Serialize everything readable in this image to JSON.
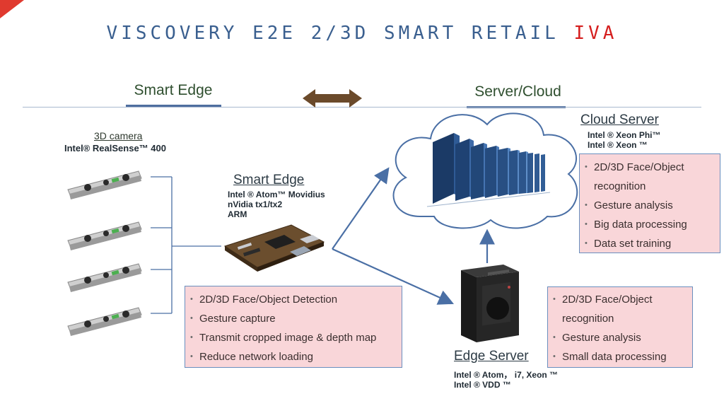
{
  "slide": {
    "title_main": "VISCOVERY E2E 2/3D SMART RETAIL",
    "title_highlight": "IVA"
  },
  "sections": {
    "left": "Smart Edge",
    "right": "Server/Cloud"
  },
  "camera": {
    "label": "3D camera",
    "model": "Intel® RealSense™ 400"
  },
  "smart_edge": {
    "heading": "Smart Edge",
    "specs": [
      "Intel ® Atom™  Movidius",
      "nVidia tx1/tx2",
      "ARM"
    ],
    "features": [
      "2D/3D Face/Object Detection",
      "Gesture capture",
      "Transmit cropped image & depth map",
      "Reduce network loading"
    ]
  },
  "cloud_server": {
    "heading": "Cloud Server",
    "specs": [
      "Intel ® Xeon Phi™",
      "Intel ® Xeon ™"
    ],
    "features": [
      "2D/3D Face/Object",
      "recognition",
      "Gesture analysis",
      "Big data processing",
      "Data set training"
    ]
  },
  "edge_server": {
    "heading": "Edge Server",
    "specs": [
      "Intel ® Atom，  i7, Xeon ™",
      "Intel ® VDD ™"
    ],
    "features": [
      "2D/3D Face/Object",
      "recognition",
      "Gesture analysis",
      "Small data processing"
    ]
  },
  "colors": {
    "title": "#3a5f8f",
    "highlight": "#d51f1f",
    "box_fill": "#f9d6d9",
    "box_border": "#6a8fbf",
    "connector": "#4a6fa5",
    "double_arrow": "#6b4a2b"
  }
}
